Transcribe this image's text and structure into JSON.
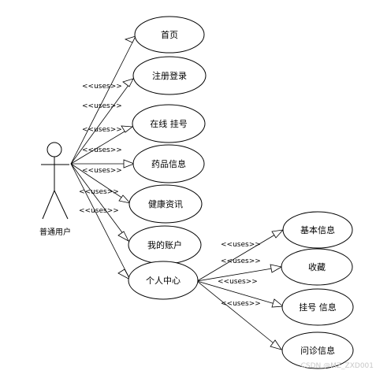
{
  "actor": {
    "name": "普通用户"
  },
  "main_use_cases": [
    {
      "id": "home",
      "label": "首页",
      "relation": "<<uses>>"
    },
    {
      "id": "register-login",
      "label": "注册登录",
      "relation": "<<uses>>"
    },
    {
      "id": "online-registration",
      "label": "在线 挂号",
      "relation": "<<uses>>"
    },
    {
      "id": "drug-info",
      "label": "药品信息",
      "relation": "<<uses>>"
    },
    {
      "id": "health-news",
      "label": "健康资讯",
      "relation": "<<uses>>"
    },
    {
      "id": "my-account",
      "label": "我的账户",
      "relation": "<<uses>>"
    },
    {
      "id": "personal-center",
      "label": "个人中心",
      "relation": "<<uses>>"
    }
  ],
  "sub_use_cases": [
    {
      "id": "basic-info",
      "label": "基本信息",
      "relation": "<<uses>>"
    },
    {
      "id": "favorites",
      "label": "收藏",
      "relation": "<<uses>>"
    },
    {
      "id": "registration-info",
      "label": "挂号 信息",
      "relation": "<<uses>>"
    },
    {
      "id": "consultation-info",
      "label": "问诊信息",
      "relation": "<<uses>>"
    }
  ],
  "watermark": "CSDN @MZ_ZXD001"
}
